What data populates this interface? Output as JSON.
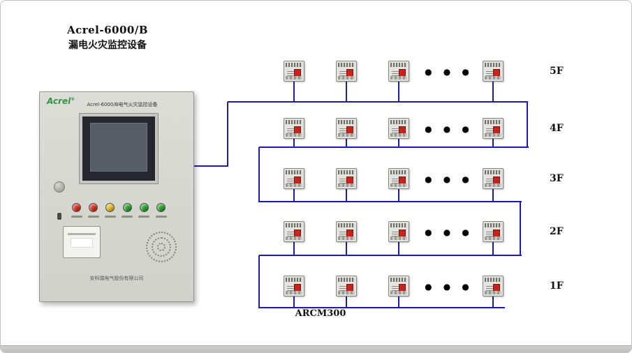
{
  "page": {
    "title_line1": "Acrel-6000/B",
    "title_line2": "漏电火灾监控设备"
  },
  "panel": {
    "brand": "Acrel",
    "brand_reg": "®",
    "header": "Acrel-6000/B电气火灾监控设备",
    "footer": "安科瑞电气股份有限公司",
    "indicator_colors": [
      "#d8291c",
      "#d8291c",
      "#e6b91f",
      "#22a32a",
      "#22a32a",
      "#22a32a"
    ]
  },
  "diagram": {
    "wire_color": "#1b1bb2",
    "device_label": "ARCM300",
    "ellipsis": "● ● ●",
    "floors": [
      {
        "label": "5F"
      },
      {
        "label": "4F"
      },
      {
        "label": "3F"
      },
      {
        "label": "2F"
      },
      {
        "label": "1F"
      }
    ]
  }
}
